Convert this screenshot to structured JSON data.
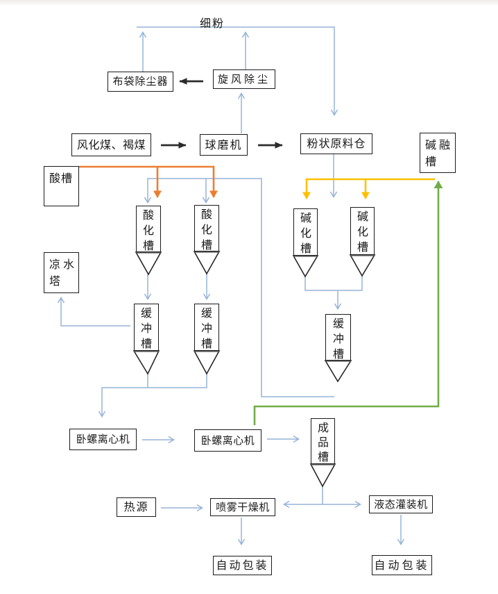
{
  "labels": {
    "fine_powder": "细粉",
    "bag_filter": "布袋除尘器",
    "cyclone": "旋风除尘",
    "raw_coal": "风化煤、褐煤",
    "ball_mill": "球磨机",
    "powder_silo": "粉状原料仓",
    "alkali_melt_tank": "碱融槽",
    "acid_tank": "酸槽",
    "acidify_tank_1": "酸化槽",
    "acidify_tank_2": "酸化槽",
    "cooling_tower": "凉水塔",
    "alkalize_tank_1": "碱化槽",
    "alkalize_tank_2": "碱化槽",
    "buffer_tank_1": "缓冲槽",
    "buffer_tank_2": "缓冲槽",
    "buffer_tank_3": "缓冲槽",
    "centrifuge_1": "卧螺离心机",
    "centrifuge_2": "卧螺离心机",
    "product_tank": "成品槽",
    "heat_source": "热源",
    "spray_dryer": "喷雾干燥机",
    "liquid_filler": "液态灌装机",
    "auto_pack_1": "自动包装",
    "auto_pack_2": "自动包装"
  },
  "colors": {
    "flow_blue": "#95b3d7",
    "transfer_black": "#2b2b2b",
    "acid_orange": "#ed7d31",
    "alkali_yellow": "#ffc000",
    "recycle_green": "#70ad47",
    "funnel_outline": "#262626",
    "funnel_top": "#595959"
  }
}
